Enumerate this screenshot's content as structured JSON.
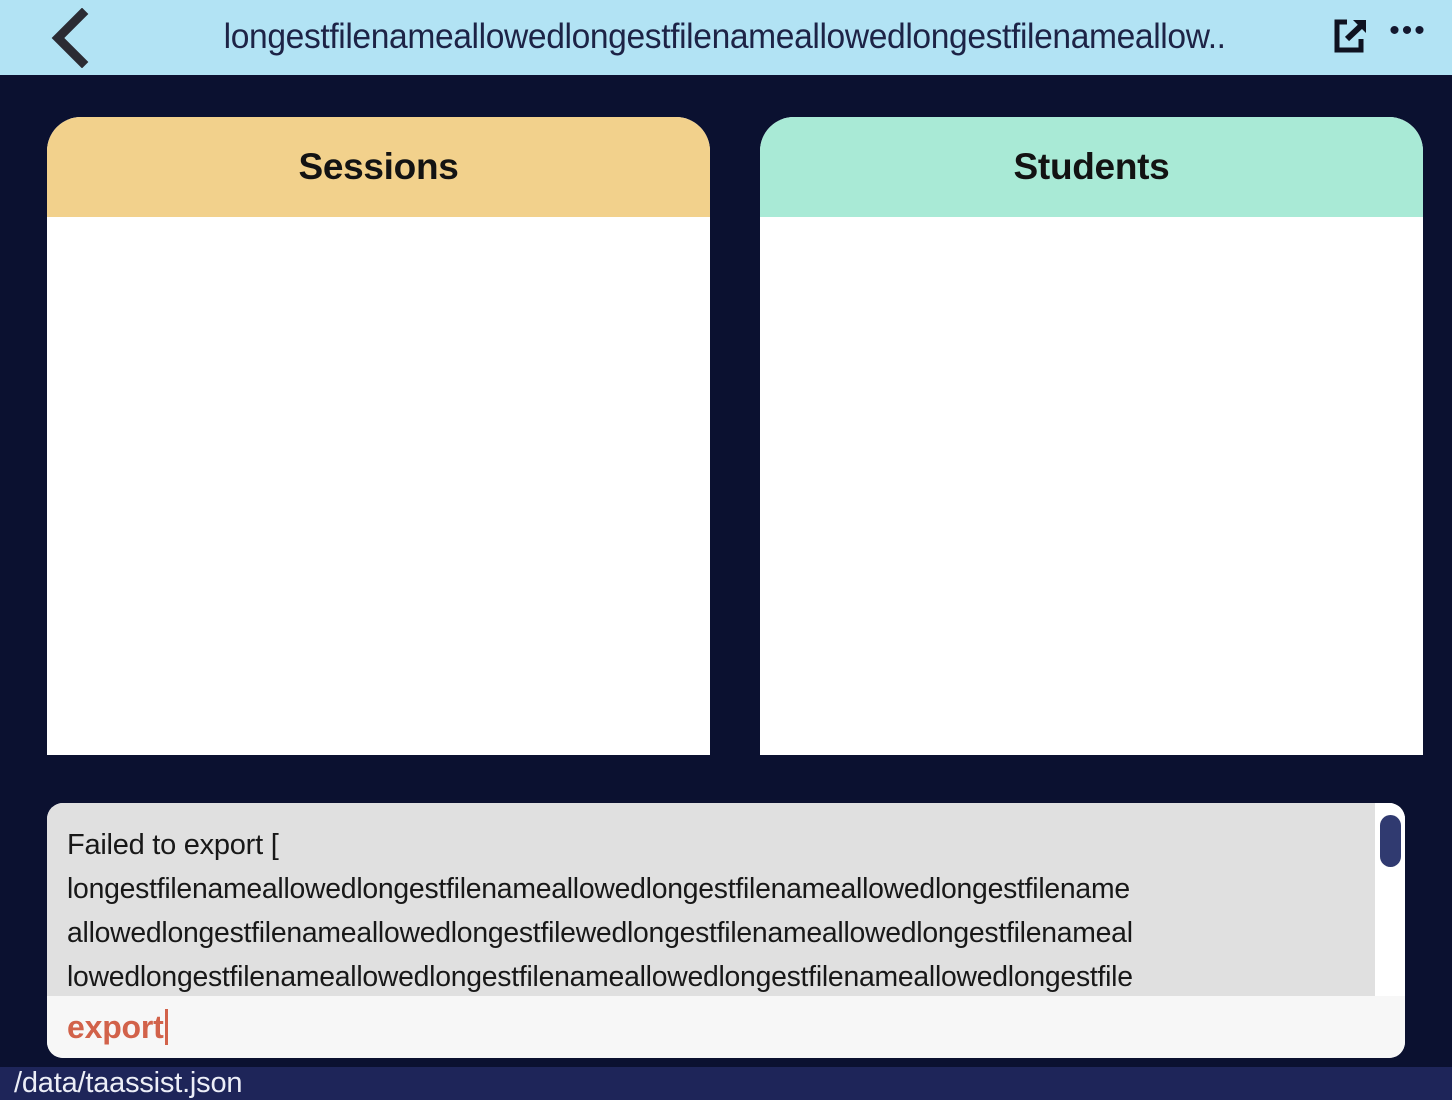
{
  "appbar": {
    "back_icon": "chevron-left-icon",
    "title": "longestfilenameallowedlongestfilenameallowedlongestfilenameallow..",
    "open_external_icon": "external-link-icon",
    "more_label": "•••"
  },
  "cards": [
    {
      "key": "sessions",
      "title": "Sessions",
      "header_color": "#f2d18c",
      "body_color": "#ffffff",
      "items": []
    },
    {
      "key": "students",
      "title": "Students",
      "header_color": "#a9ead6",
      "body_color": "#ffffff",
      "items": []
    }
  ],
  "console": {
    "output_lines": [
      "Failed to export [",
      "longestfilenameallowedlongestfilenameallowedlongestfilenameallowedlongestfilename",
      "allowedlongestfilenameallowedlongestfilewedlongestfilenameallowedlongestfilenameal",
      "lowedlongestfilenameallowedlongestfilenameallowedlongestfilenameallowedlongestfile"
    ],
    "input_value": "export",
    "input_placeholder": "",
    "input_color": "#d2624a",
    "scrollbar_thumb_color": "#303a70"
  },
  "statusbar": {
    "path": "/data/taassist.json"
  },
  "theme": {
    "background": "#0b1130",
    "appbar": "#b2e3f4",
    "statusbar": "#1e2559",
    "output_background": "#e0e0e0",
    "input_background": "#f7f7f7"
  }
}
